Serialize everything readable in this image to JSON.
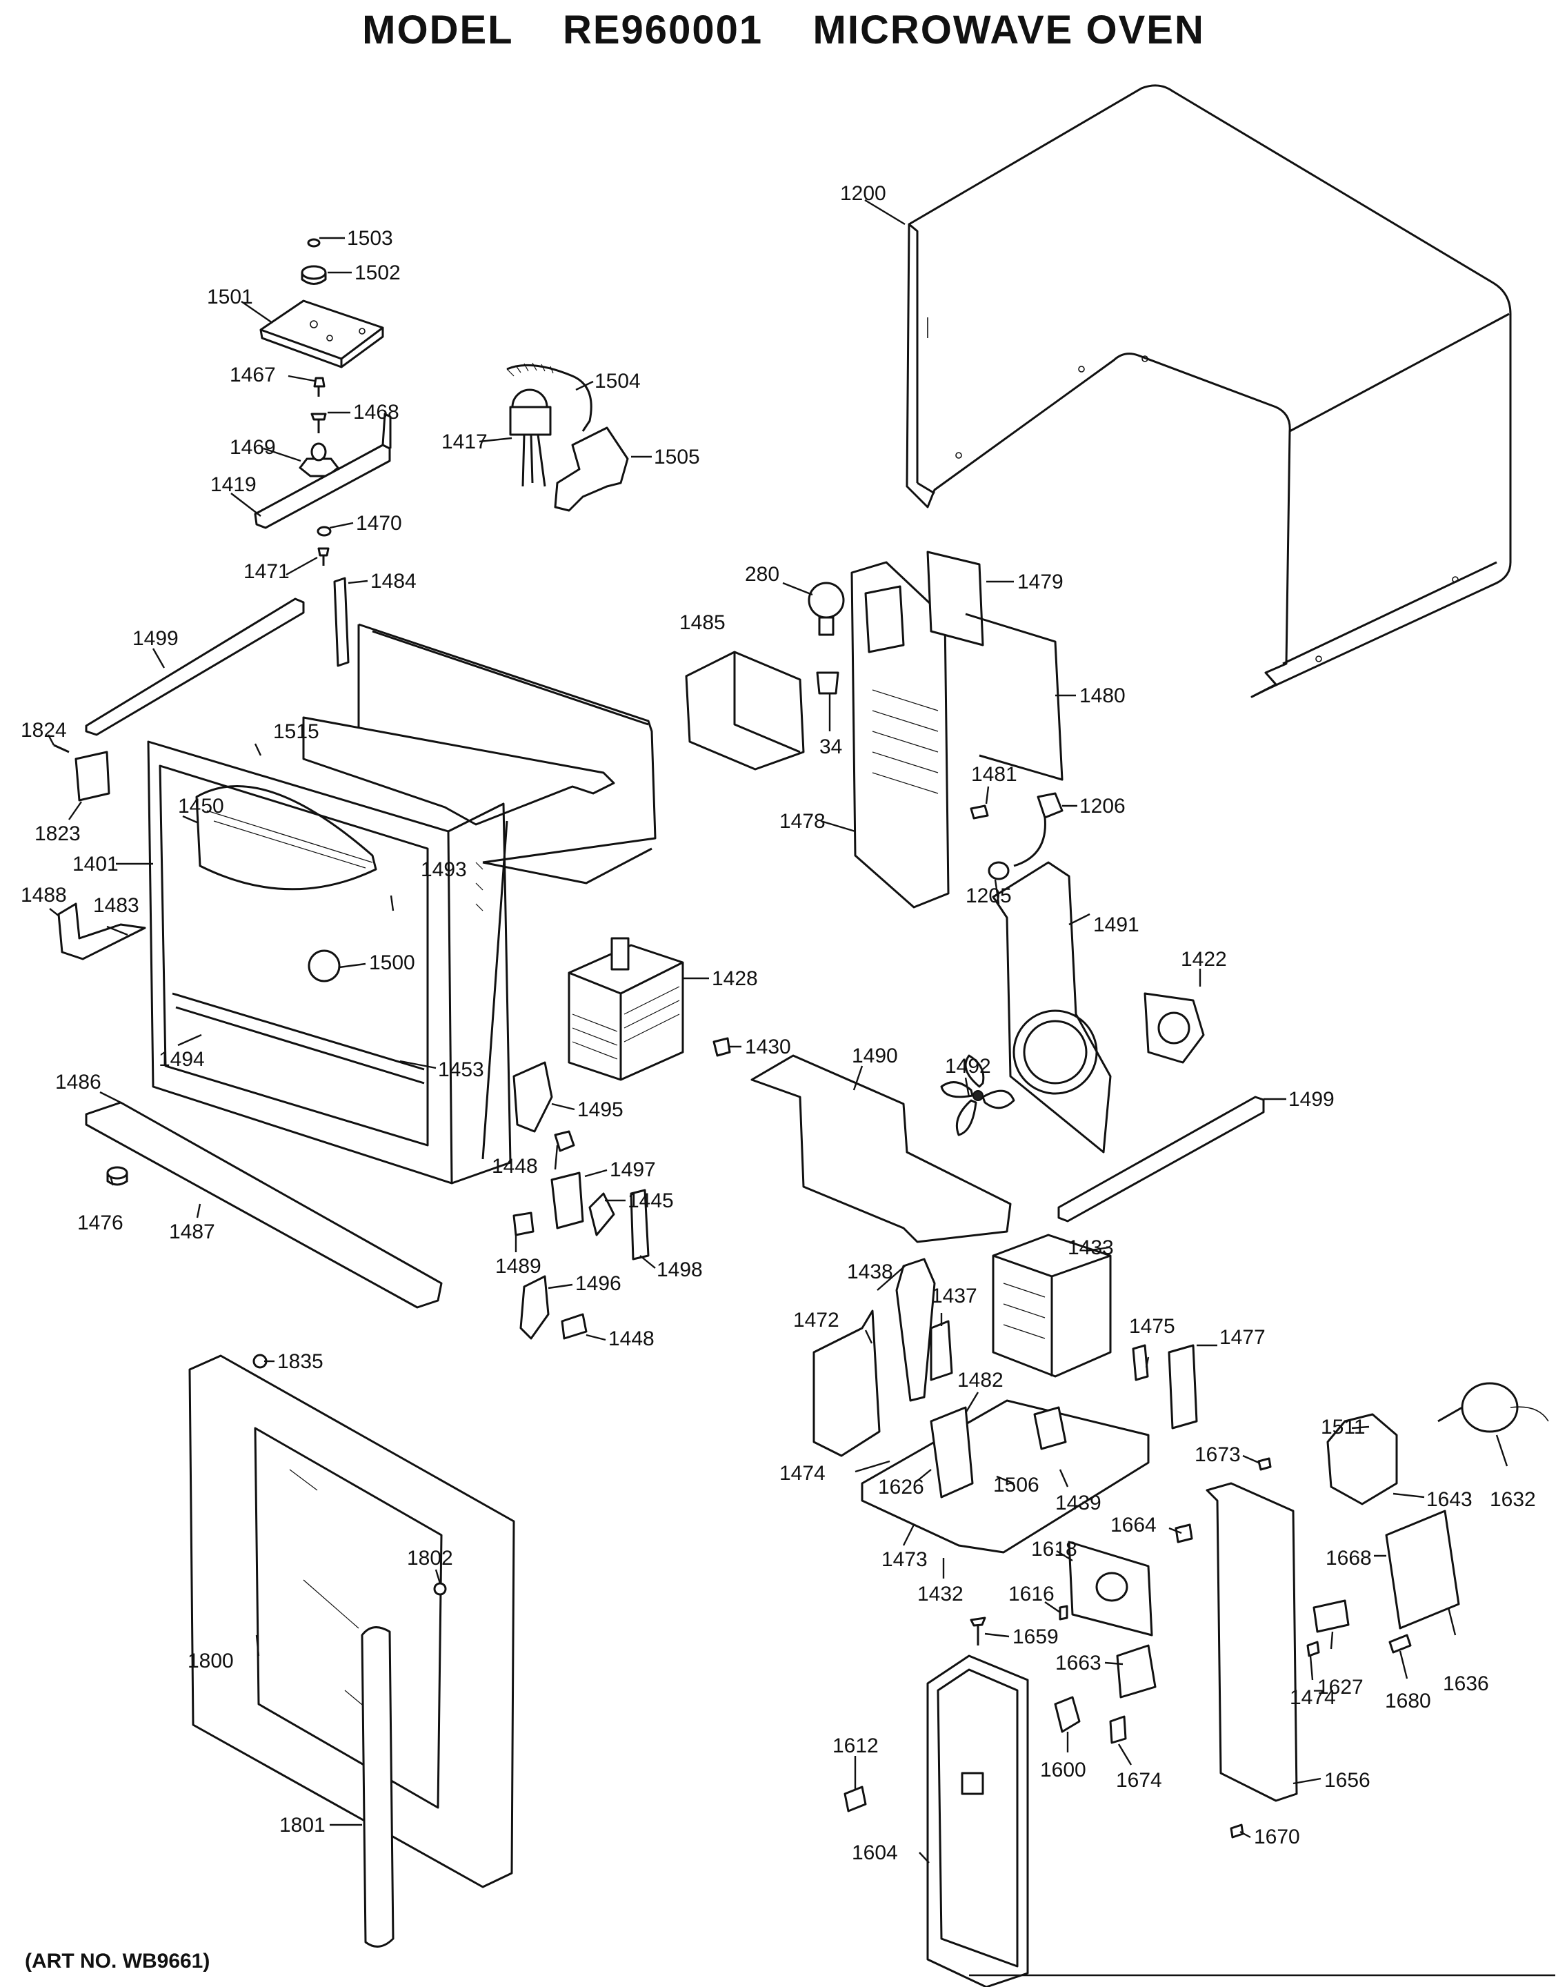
{
  "title": "MODEL    RE960001    MICROWAVE OVEN",
  "art_number": "(ART NO. WB9661)",
  "parts": [
    {
      "id": "p1503",
      "label": "1503"
    },
    {
      "id": "p1502",
      "label": "1502"
    },
    {
      "id": "p1501",
      "label": "1501"
    },
    {
      "id": "p1467",
      "label": "1467"
    },
    {
      "id": "p1468",
      "label": "1468"
    },
    {
      "id": "p1469",
      "label": "1469"
    },
    {
      "id": "p1419",
      "label": "1419"
    },
    {
      "id": "p1470",
      "label": "1470"
    },
    {
      "id": "p1471",
      "label": "1471"
    },
    {
      "id": "p1504",
      "label": "1504"
    },
    {
      "id": "p1417",
      "label": "1417"
    },
    {
      "id": "p1505",
      "label": "1505"
    },
    {
      "id": "p1200",
      "label": "1200"
    },
    {
      "id": "p1484",
      "label": "1484"
    },
    {
      "id": "p1499a",
      "label": "1499"
    },
    {
      "id": "p1824",
      "label": "1824"
    },
    {
      "id": "p1515",
      "label": "1515"
    },
    {
      "id": "p1823",
      "label": "1823"
    },
    {
      "id": "p1450",
      "label": "1450"
    },
    {
      "id": "p1401",
      "label": "1401"
    },
    {
      "id": "p1493",
      "label": "1493"
    },
    {
      "id": "p1488",
      "label": "1488"
    },
    {
      "id": "p1483",
      "label": "1483"
    },
    {
      "id": "p1500",
      "label": "1500"
    },
    {
      "id": "p1494",
      "label": "1494"
    },
    {
      "id": "p1453",
      "label": "1453"
    },
    {
      "id": "p1486",
      "label": "1486"
    },
    {
      "id": "p1476",
      "label": "1476"
    },
    {
      "id": "p1487",
      "label": "1487"
    },
    {
      "id": "p280",
      "label": "280"
    },
    {
      "id": "p1479",
      "label": "1479"
    },
    {
      "id": "p1485",
      "label": "1485"
    },
    {
      "id": "p1480",
      "label": "1480"
    },
    {
      "id": "p34",
      "label": "34"
    },
    {
      "id": "p1481",
      "label": "1481"
    },
    {
      "id": "p1206",
      "label": "1206"
    },
    {
      "id": "p1478",
      "label": "1478"
    },
    {
      "id": "p1205",
      "label": "1205"
    },
    {
      "id": "p1491",
      "label": "1491"
    },
    {
      "id": "p1422",
      "label": "1422"
    },
    {
      "id": "p1428",
      "label": "1428"
    },
    {
      "id": "p1430",
      "label": "1430"
    },
    {
      "id": "p1490",
      "label": "1490"
    },
    {
      "id": "p1492",
      "label": "1492"
    },
    {
      "id": "p1499b",
      "label": "1499"
    },
    {
      "id": "p1495",
      "label": "1495"
    },
    {
      "id": "p1448a",
      "label": "1448"
    },
    {
      "id": "p1497",
      "label": "1497"
    },
    {
      "id": "p1445",
      "label": "1445"
    },
    {
      "id": "p1489",
      "label": "1489"
    },
    {
      "id": "p1498",
      "label": "1498"
    },
    {
      "id": "p1496",
      "label": "1496"
    },
    {
      "id": "p1448b",
      "label": "1448"
    },
    {
      "id": "p1433",
      "label": "1433"
    },
    {
      "id": "p1438",
      "label": "1438"
    },
    {
      "id": "p1437",
      "label": "1437"
    },
    {
      "id": "p1472",
      "label": "1472"
    },
    {
      "id": "p1475",
      "label": "1475"
    },
    {
      "id": "p1477",
      "label": "1477"
    },
    {
      "id": "p1482",
      "label": "1482"
    },
    {
      "id": "p1835",
      "label": "1835"
    },
    {
      "id": "p1474a",
      "label": "1474"
    },
    {
      "id": "p1626",
      "label": "1626"
    },
    {
      "id": "p1506",
      "label": "1506"
    },
    {
      "id": "p1439",
      "label": "1439"
    },
    {
      "id": "p1511",
      "label": "1511"
    },
    {
      "id": "p1673",
      "label": "1673"
    },
    {
      "id": "p1643",
      "label": "1643"
    },
    {
      "id": "p1632",
      "label": "1632"
    },
    {
      "id": "p1473",
      "label": "1473"
    },
    {
      "id": "p1664",
      "label": "1664"
    },
    {
      "id": "p1432",
      "label": "1432"
    },
    {
      "id": "p1618",
      "label": "1618"
    },
    {
      "id": "p1668",
      "label": "1668"
    },
    {
      "id": "p1802",
      "label": "1802"
    },
    {
      "id": "p1616",
      "label": "1616"
    },
    {
      "id": "p1659",
      "label": "1659"
    },
    {
      "id": "p1627",
      "label": "1627"
    },
    {
      "id": "p1680",
      "label": "1680"
    },
    {
      "id": "p1636",
      "label": "1636"
    },
    {
      "id": "p1800",
      "label": "1800"
    },
    {
      "id": "p1663",
      "label": "1663"
    },
    {
      "id": "p1474b",
      "label": "1474"
    },
    {
      "id": "p1612",
      "label": "1612"
    },
    {
      "id": "p1600",
      "label": "1600"
    },
    {
      "id": "p1656",
      "label": "1656"
    },
    {
      "id": "p1801",
      "label": "1801"
    },
    {
      "id": "p1674",
      "label": "1674"
    },
    {
      "id": "p1604",
      "label": "1604"
    },
    {
      "id": "p1670",
      "label": "1670"
    }
  ]
}
